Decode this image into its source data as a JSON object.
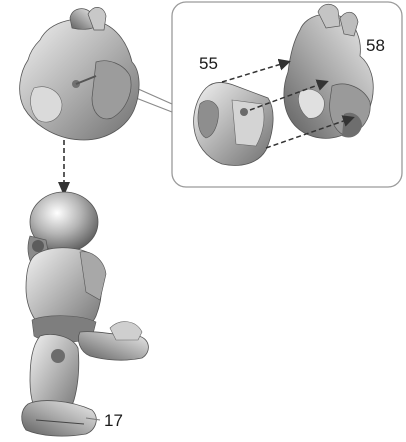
{
  "diagram": {
    "callout_labels": {
      "detail_left_part": "55",
      "detail_right_part": "58",
      "main_assembly": "17"
    }
  }
}
